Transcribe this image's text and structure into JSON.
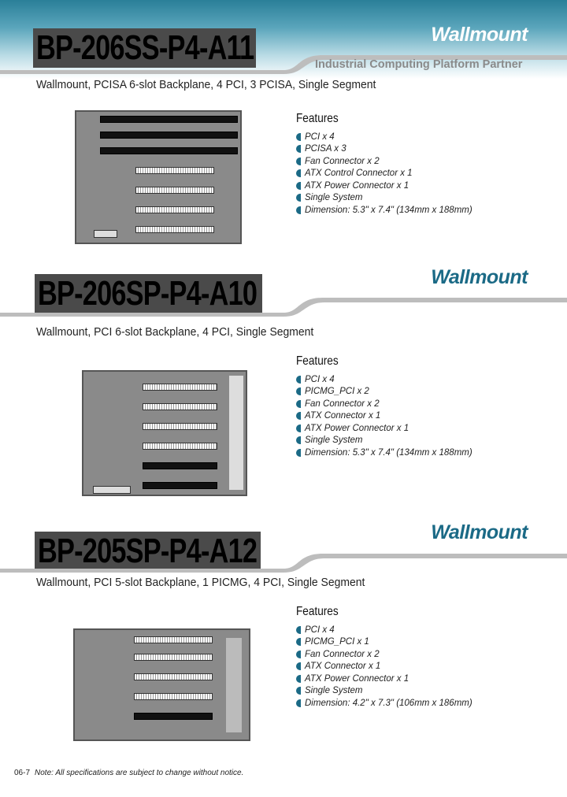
{
  "header": {
    "category": "Wallmount",
    "tagline": "Industrial Computing Platform Partner"
  },
  "colors": {
    "accent": "#1b6a86",
    "title_box": "#4a4a4a"
  },
  "products": [
    {
      "model": "BP-206SS-P4-A11",
      "category": "Wallmount",
      "description": "Wallmount, PCISA 6-slot Backplane, 4 PCI, 3 PCISA, Single Segment",
      "features_title": "Features",
      "features": [
        "PCI x 4",
        "PCISA x 3",
        "Fan Connector x 2",
        "ATX Control Connector x 1",
        "ATX Power Connector x 1",
        "Single System",
        "Dimension: 5.3\" x 7.4\" (134mm x 188mm)"
      ]
    },
    {
      "model": "BP-206SP-P4-A10",
      "category": "Wallmount",
      "description": "Wallmount, PCI 6-slot Backplane, 4 PCI, Single Segment",
      "features_title": "Features",
      "features": [
        "PCI x 4",
        "PICMG_PCI x 2",
        "Fan Connector x 2",
        "ATX Connector x 1",
        "ATX Power Connector x 1",
        "Single System",
        "Dimension: 5.3\" x 7.4\" (134mm x 188mm)"
      ]
    },
    {
      "model": "BP-205SP-P4-A12",
      "category": "Wallmount",
      "description": "Wallmount, PCI 5-slot Backplane, 1 PICMG, 4 PCI, Single Segment",
      "features_title": "Features",
      "features": [
        "PCI x 4",
        "PICMG_PCI x 1",
        "Fan Connector x 2",
        "ATX Connector x 1",
        "ATX Power Connector x 1",
        "Single System",
        "Dimension: 4.2\" x 7.3\" (106mm x 186mm)"
      ]
    }
  ],
  "footer": {
    "page": "06-7",
    "note": "Note: All specifications are subject to change without notice."
  }
}
